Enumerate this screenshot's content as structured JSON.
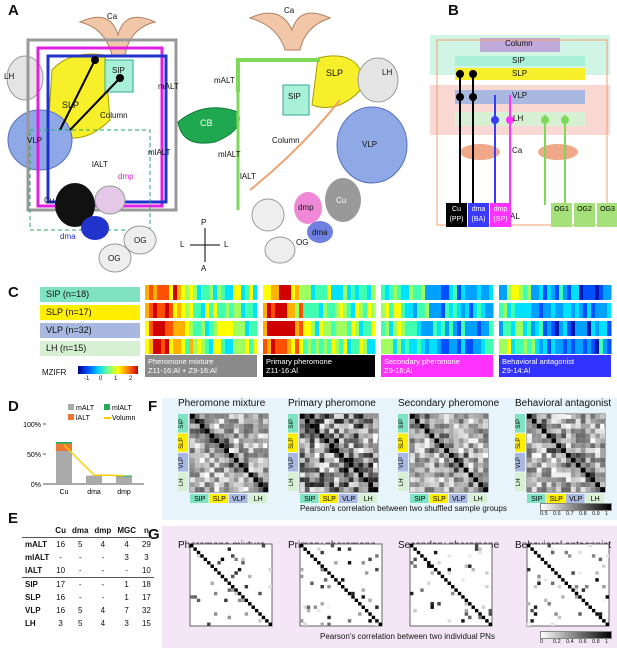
{
  "panels": {
    "a": "A",
    "b": "B",
    "c": "C",
    "d": "D",
    "e": "E",
    "f": "F",
    "g": "G"
  },
  "panel_a": {
    "left_labels": [
      "Ca",
      "LH",
      "SLP",
      "SIP",
      "mALT",
      "VLP",
      "Column",
      "mlALT",
      "lALT",
      "dmp",
      "Cu",
      "dma",
      "OG",
      "OG"
    ],
    "center_label": "CB",
    "right_labels": [
      "Ca",
      "LH",
      "mALT",
      "SIP",
      "SLP",
      "Column",
      "VLP",
      "mlALT",
      "lALT",
      "dmp",
      "Cu",
      "dma",
      "OG"
    ],
    "axes": {
      "p": "P",
      "a": "A",
      "l1": "L",
      "l2": "L"
    }
  },
  "panel_b": {
    "labels": [
      "Column",
      "SIP",
      "SLP",
      "VLP",
      "LH",
      "Ca",
      "AL"
    ],
    "boxes": [
      {
        "label": "Cu",
        "sub": "(PP)",
        "color": "#000000"
      },
      {
        "label": "dma",
        "sub": "(BA)",
        "color": "#3a3aff"
      },
      {
        "label": "dmp",
        "sub": "(SP)",
        "color": "#ff33ff"
      },
      {
        "label": "OG1",
        "sub": "",
        "color": "#a6e07a"
      },
      {
        "label": "OG2",
        "sub": "",
        "color": "#a6e07a"
      },
      {
        "label": "OG3",
        "sub": "",
        "color": "#a6e07a"
      }
    ]
  },
  "panel_c": {
    "rows": [
      {
        "label": "SIP (n=18)",
        "color": "#7fe3c1"
      },
      {
        "label": "SLP (n=17)",
        "color": "#ffee00"
      },
      {
        "label": "VLP (n=32)",
        "color": "#a9b8e0"
      },
      {
        "label": "LH (n=15)",
        "color": "#d7efd2"
      }
    ],
    "captions": [
      {
        "title": "Pheromone mixture",
        "sub": "Z11-16:Al + Z9-16:Al",
        "bg": "#8a8a8a"
      },
      {
        "title": "Primary pheromone",
        "sub": "Z11-16:Al",
        "bg": "#000000"
      },
      {
        "title": "Secondary pheromone",
        "sub": "Z9-16:Al",
        "bg": "#ff33ff"
      },
      {
        "title": "Behavioral antagonist",
        "sub": "Z9-14:Al",
        "bg": "#3333ff"
      }
    ],
    "colorbar": {
      "label": "MZIFR",
      "ticks": [
        "-1",
        "0",
        "1",
        "2"
      ]
    }
  },
  "chart_data": {
    "type": "bar",
    "categories": [
      "Cu",
      "dma",
      "dmp"
    ],
    "series": [
      {
        "name": "mALT",
        "values": [
          55,
          14,
          12
        ],
        "color": "#aaaaaa"
      },
      {
        "name": "lALT",
        "values": [
          12,
          0,
          0
        ],
        "color": "#ee7733"
      },
      {
        "name": "mlALT",
        "values": [
          3,
          0,
          2
        ],
        "color": "#22aa55"
      },
      {
        "name": "Volumn",
        "values": [
          65,
          15,
          14
        ],
        "color": "#ffcc00"
      }
    ],
    "yticks": [
      "0%",
      "50%",
      "100%"
    ],
    "ylim": [
      0,
      100
    ]
  },
  "panel_e": {
    "header": [
      "",
      "Cu",
      "dma",
      "dmp",
      "MGC",
      "n"
    ],
    "rows": [
      [
        "mALT",
        "16",
        "5",
        "4",
        "4",
        "29"
      ],
      [
        "mlALT",
        "-",
        "-",
        "-",
        "3",
        "3"
      ],
      [
        "lALT",
        "10",
        "-",
        "-",
        "-",
        "10"
      ],
      [
        "SIP",
        "17",
        "-",
        "-",
        "1",
        "18"
      ],
      [
        "SLP",
        "16",
        "-",
        "-",
        "1",
        "17"
      ],
      [
        "VLP",
        "16",
        "5",
        "4",
        "7",
        "32"
      ],
      [
        "LH",
        "3",
        "5",
        "4",
        "3",
        "15"
      ]
    ]
  },
  "panel_f": {
    "titles": [
      "Pheromone mixture",
      "Primary pheromone",
      "Secondary pheromone",
      "Behavioral antagonist"
    ],
    "axis_labels": [
      "SIP",
      "SLP",
      "VLP",
      "LH"
    ],
    "caption": "Pearson's correlation between two shuffled sample groups",
    "colorbar_ticks": [
      "0.5",
      "0.6",
      "0.7",
      "0.8",
      "0.9",
      "1"
    ]
  },
  "panel_g": {
    "titles": [
      "Pheromone mixture",
      "Primary pheromone",
      "Secondary pheromone",
      "Behavioral antagonist"
    ],
    "caption": "Pearson's correlation between two individual PNs",
    "colorbar_ticks": [
      "0",
      "0.2",
      "0.4",
      "0.6",
      "0.8",
      "1"
    ]
  }
}
